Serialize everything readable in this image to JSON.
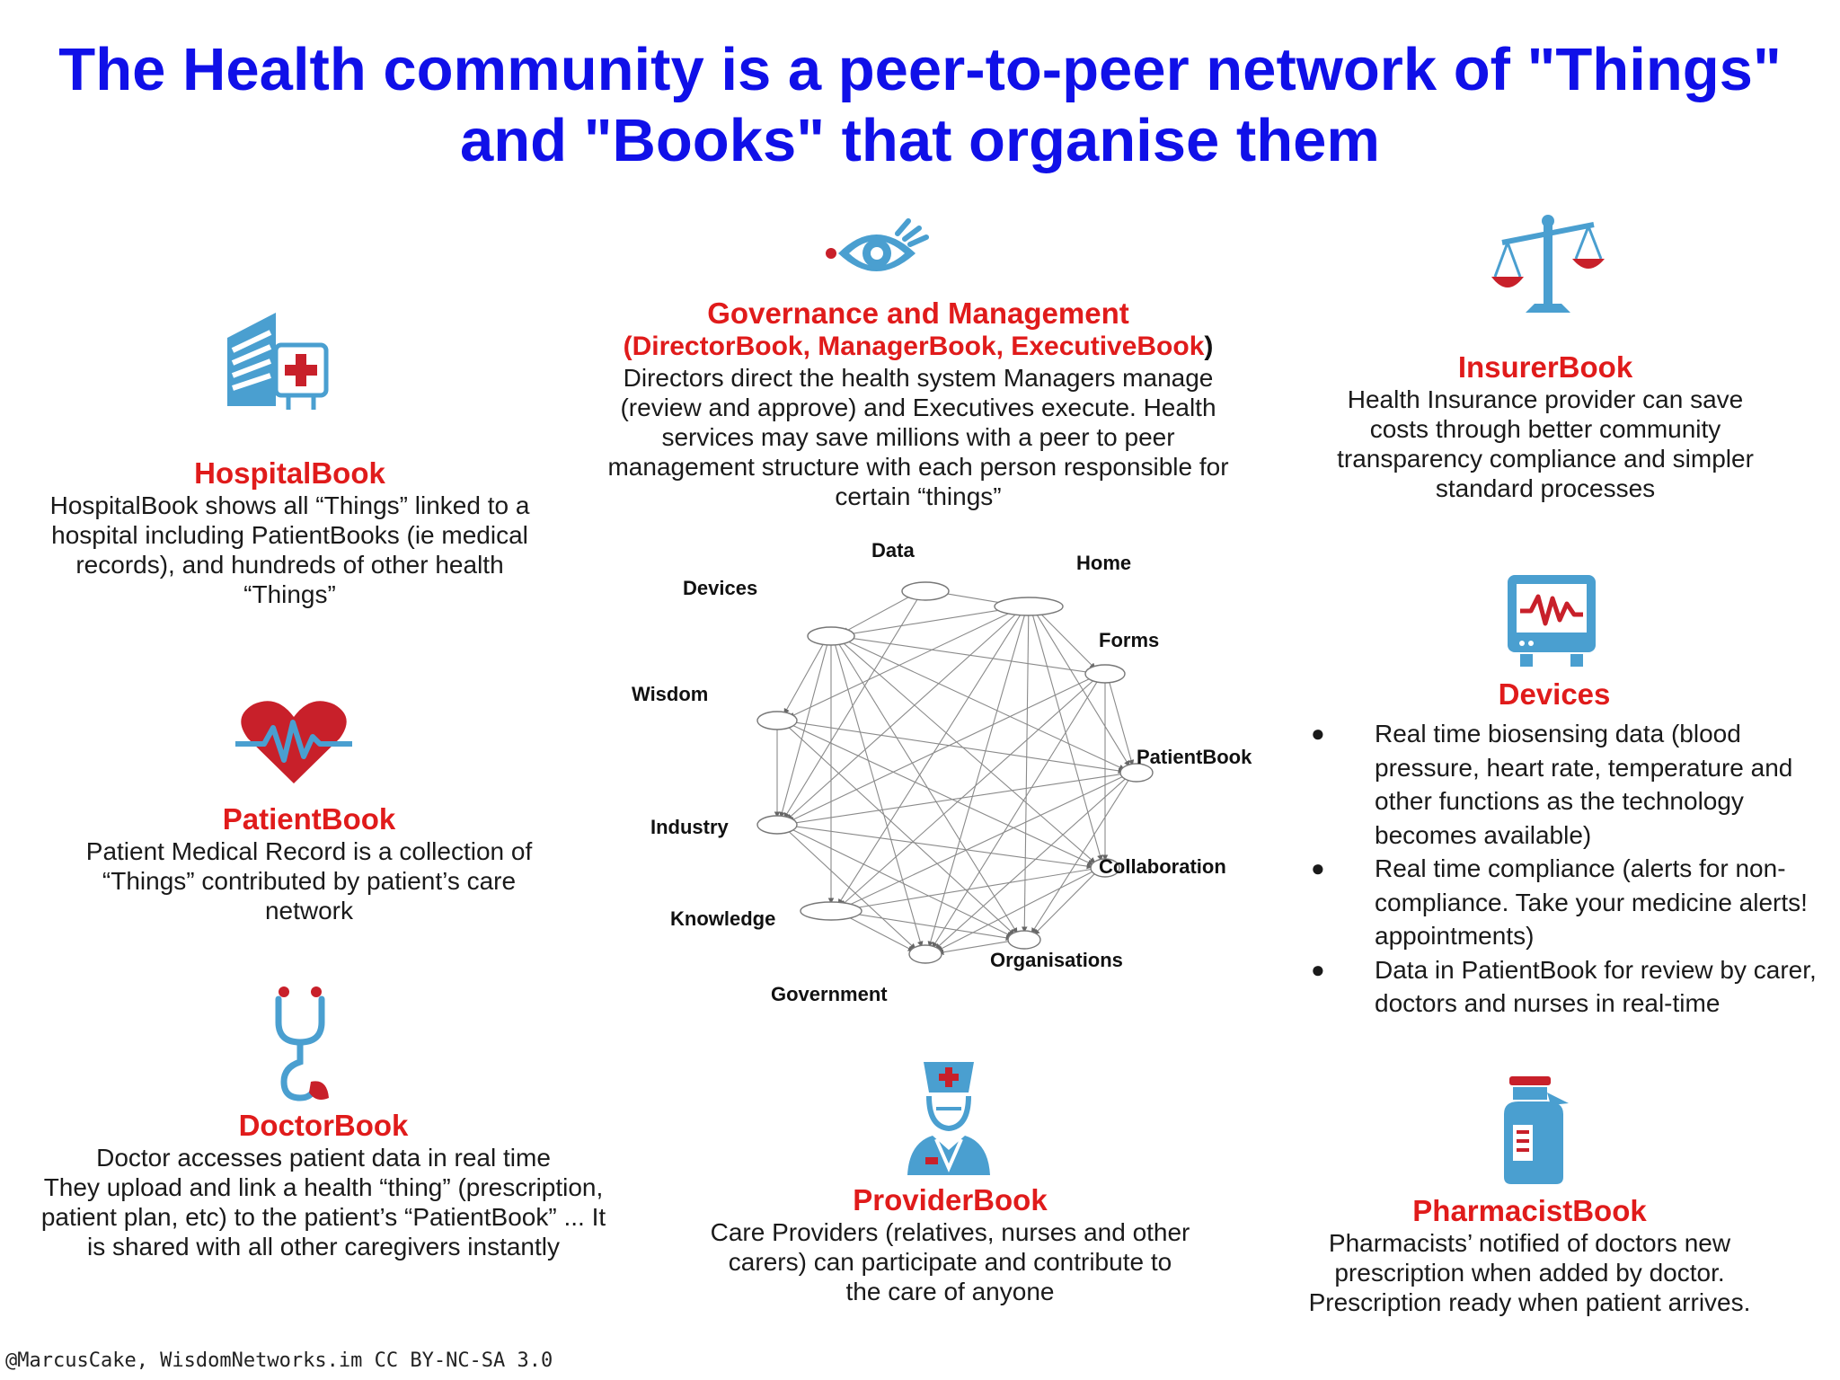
{
  "title": {
    "line1": "The Health community is a peer-to-peer network of \"Things\"",
    "line2": "and \"Books\" that organise them"
  },
  "governance": {
    "heading": "Governance and Management",
    "subheading": "(DirectorBook, ManagerBook, ExecutiveBook",
    "subheading_close": ")",
    "lines": [
      "Directors direct the health system Managers manage",
      "(review and approve) and Executives execute. Health",
      "services may save millions with a peer to peer",
      "management structure with each person responsible for",
      "certain “things”"
    ]
  },
  "hospital": {
    "heading": "HospitalBook",
    "lines": [
      "HospitalBook shows all “Things” linked to a",
      "hospital including PatientBooks (ie medical",
      "records), and hundreds of other health",
      "“Things”"
    ]
  },
  "insurer": {
    "heading": "InsurerBook",
    "lines": [
      "Health Insurance provider can save",
      "costs through better community",
      "transparency compliance and simpler",
      "standard processes"
    ]
  },
  "patient": {
    "heading": "PatientBook",
    "lines": [
      "Patient Medical Record is a collection of",
      "“Things” contributed by patient’s care",
      "network"
    ]
  },
  "devices": {
    "heading": "Devices",
    "bullets": [
      [
        "Real time biosensing data (blood",
        "pressure, heart rate, temperature and",
        "other functions as the technology",
        "becomes available)"
      ],
      [
        "Real time compliance (alerts for non-",
        "compliance. Take your medicine alerts!",
        "appointments)"
      ],
      [
        "Data in PatientBook for review by carer,",
        "doctors and nurses in real-time"
      ]
    ]
  },
  "doctor": {
    "heading": "DoctorBook",
    "lines": [
      "Doctor accesses patient data in real time",
      "They upload and link a health “thing” (prescription,",
      "patient plan, etc) to the patient’s “PatientBook” ... It",
      "is shared with all other caregivers instantly"
    ]
  },
  "provider": {
    "heading": "ProviderBook",
    "lines": [
      "Care Providers (relatives, nurses and other",
      "carers) can participate and contribute to",
      "the care of anyone"
    ]
  },
  "pharmacist": {
    "heading": "PharmacistBook",
    "lines": [
      "Pharmacists’ notified of doctors new",
      "prescription when added by doctor.",
      "Prescription ready when patient arrives."
    ]
  },
  "network": {
    "nodes": [
      "Data",
      "Home",
      "Devices",
      "Forms",
      "Wisdom",
      "PatientBook",
      "Industry",
      "Collaboration",
      "Knowledge",
      "Organisations",
      "Government"
    ]
  },
  "footer": "@MarcusCake, WisdomNetworks.im CC BY-NC-SA 3.0",
  "icons": [
    "hospital-icon",
    "eye-icon",
    "scales-icon",
    "heart-pulse-icon",
    "monitor-icon",
    "stethoscope-icon",
    "nurse-icon",
    "medicine-bottle-icon"
  ],
  "colors": {
    "title": "#1010e8",
    "heading": "#e01b1b",
    "icon_blue": "#4a9fd0",
    "icon_red": "#c8202a"
  }
}
